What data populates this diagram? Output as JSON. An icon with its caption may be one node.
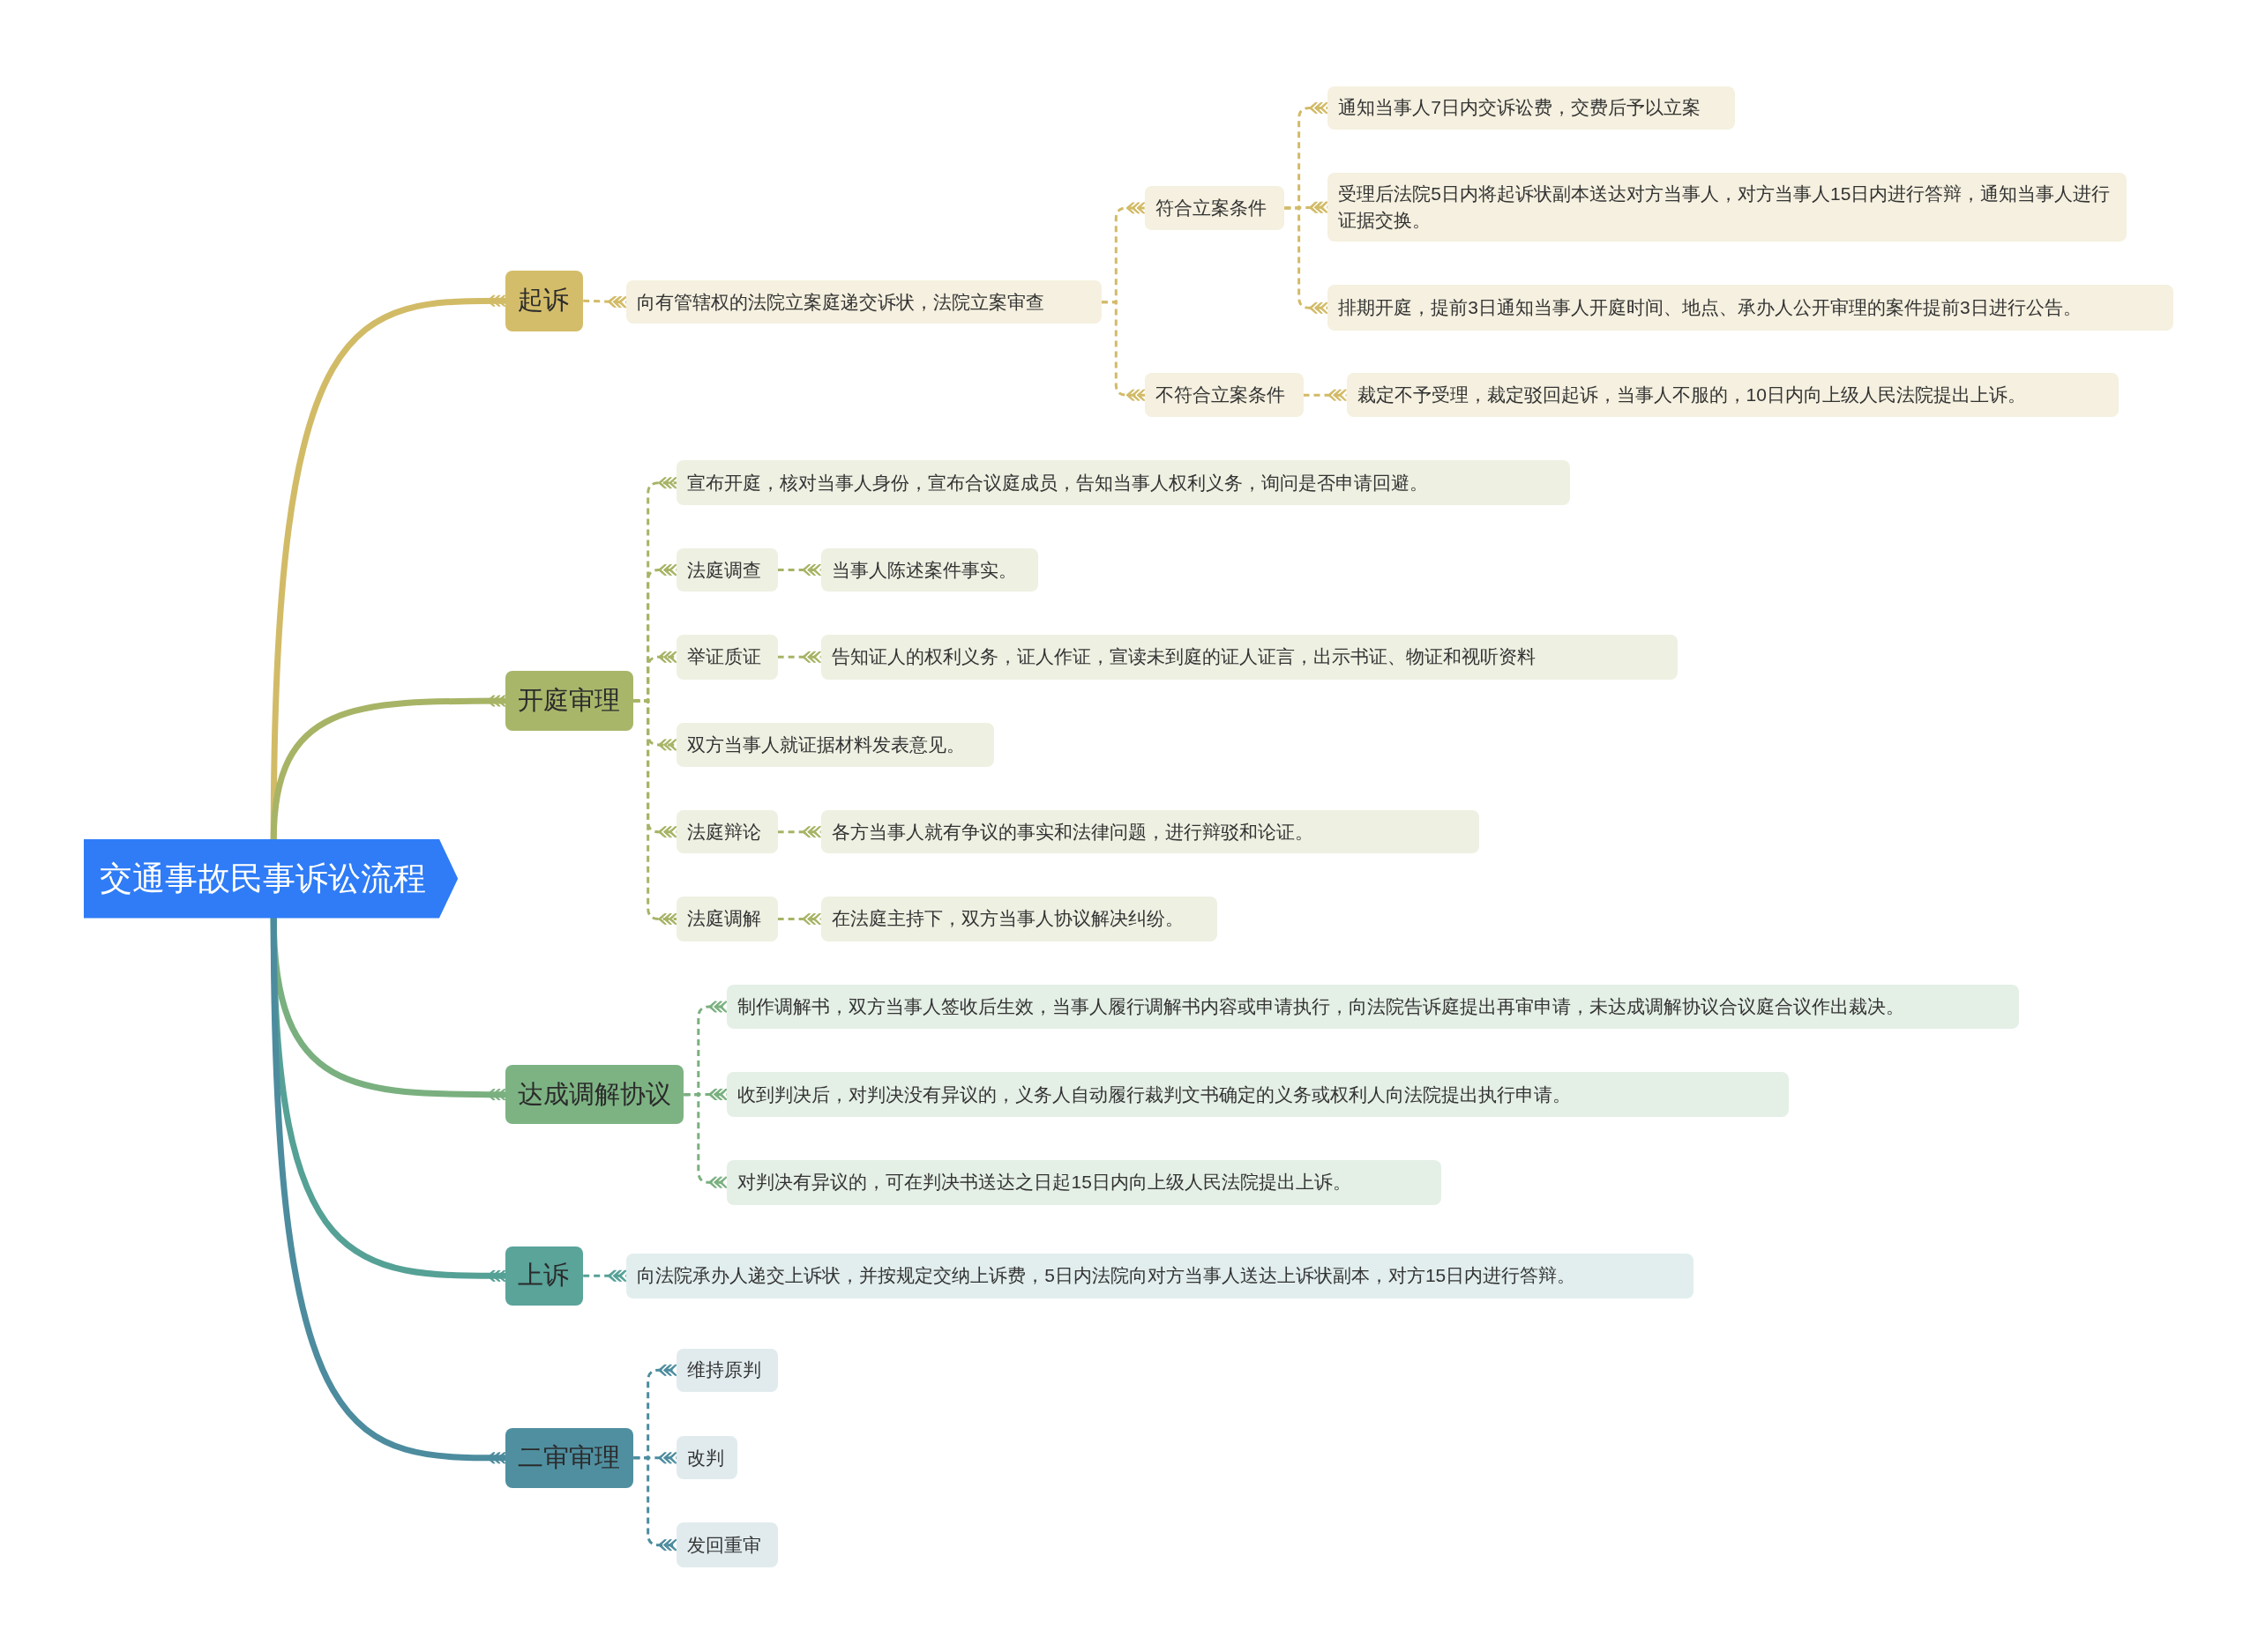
{
  "diagram": {
    "nodes": [
      {
        "text": [
          "交通事故民事诉讼流程"
        ]
      },
      {
        "text": [
          "起诉"
        ]
      },
      {
        "text": [
          "向有管辖权的法院立案庭递交诉状，法院立案审查"
        ]
      },
      {
        "text": [
          "符合立案条件"
        ]
      },
      {
        "text": [
          "通知当事人7日内交诉讼费，交费后予以立案"
        ]
      },
      {
        "text": [
          "受理后法院5日内将起诉状副本送达对方当事人，对方当事人15日内进行答辩，通知当事人进行证据交换。"
        ]
      },
      {
        "text": [
          "排期开庭，提前3日通知当事人开庭时间、地点、承办人公开审理的案件提前3日进行公告。"
        ]
      },
      {
        "text": [
          "不符合立案条件"
        ]
      },
      {
        "text": [
          "裁定不予受理，裁定驳回起诉，当事人不服的，10日内向上级人民法院提出上诉。"
        ]
      },
      {
        "text": [
          "开庭审理"
        ]
      },
      {
        "text": [
          "宣布开庭，核对当事人身份，宣布合议庭成员，告知当事人权利义务，询问是否申请回避。"
        ]
      },
      {
        "text": [
          "法庭调查"
        ]
      },
      {
        "text": [
          "当事人陈述案件事实。"
        ]
      },
      {
        "text": [
          "举证质证"
        ]
      },
      {
        "text": [
          "告知证人的权利义务，证人作证，宣读未到庭的证人证言，出示书证、物证和视听资料"
        ]
      },
      {
        "text": [
          "双方当事人就证据材料发表意见。"
        ]
      },
      {
        "text": [
          "法庭辩论"
        ]
      },
      {
        "text": [
          "各方当事人就有争议的事实和法律问题，进行辩驳和论证。"
        ]
      },
      {
        "text": [
          "法庭调解"
        ]
      },
      {
        "text": [
          "在法庭主持下，双方当事人协议解决纠纷。"
        ]
      },
      {
        "text": [
          "达成调解协议"
        ]
      },
      {
        "text": [
          "制作调解书，双方当事人签收后生效，当事人履行调解书内容或申请执行，向法院告诉庭提出再审申请，未达成调解协议合议庭合议作出裁决。"
        ]
      },
      {
        "text": [
          "收到判决后，对判决没有异议的，义务人自动履行裁判文书确定的义务或权利人向法院提出执行申请。"
        ]
      },
      {
        "text": [
          "对判决有异议的，可在判决书送达之日起15日内向上级人民法院提出上诉。"
        ]
      },
      {
        "text": [
          "上诉"
        ]
      },
      {
        "text": [
          "向法院承办人递交上诉状，并按规定交纳上诉费，5日内法院向对方当事人送达上诉状副本，对方15日内进行答辩。"
        ]
      },
      {
        "text": [
          "二审审理"
        ]
      },
      {
        "text": [
          "维持原判"
        ]
      },
      {
        "text": [
          "改判"
        ]
      },
      {
        "text": [
          "发回重审"
        ]
      }
    ],
    "edges": [
      {
        "from": 0,
        "to": 1,
        "arrow": "other",
        "style": "thick",
        "color": "#d2bb67"
      },
      {
        "from": 0,
        "to": 9,
        "arrow": "other",
        "style": "thick",
        "color": "#a7b466"
      },
      {
        "from": 0,
        "to": 20,
        "arrow": "other",
        "style": "thick",
        "color": "#7ab07f"
      },
      {
        "from": 0,
        "to": 24,
        "arrow": "other",
        "style": "thick",
        "color": "#55a196"
      },
      {
        "from": 0,
        "to": 26,
        "arrow": "other",
        "style": "thick",
        "color": "#4c8c9e"
      },
      {
        "from": 1,
        "to": 2,
        "arrow": "other",
        "style": "dashed",
        "color": "#d2bb67"
      },
      {
        "from": 2,
        "to": 3,
        "arrow": "other",
        "style": "dashed",
        "color": "#d2bb67"
      },
      {
        "from": 2,
        "to": 7,
        "arrow": "other",
        "style": "dashed",
        "color": "#d2bb67"
      },
      {
        "from": 3,
        "to": 4,
        "arrow": "other",
        "style": "dashed",
        "color": "#d2bb67"
      },
      {
        "from": 3,
        "to": 5,
        "arrow": "other",
        "style": "dashed",
        "color": "#d2bb67"
      },
      {
        "from": 3,
        "to": 6,
        "arrow": "other",
        "style": "dashed",
        "color": "#d2bb67"
      },
      {
        "from": 7,
        "to": 8,
        "arrow": "other",
        "style": "dashed",
        "color": "#d2bb67"
      },
      {
        "from": 9,
        "to": 10,
        "arrow": "other",
        "style": "dashed",
        "color": "#a7b466"
      },
      {
        "from": 9,
        "to": 11,
        "arrow": "other",
        "style": "dashed",
        "color": "#a7b466"
      },
      {
        "from": 9,
        "to": 13,
        "arrow": "other",
        "style": "dashed",
        "color": "#a7b466"
      },
      {
        "from": 9,
        "to": 15,
        "arrow": "other",
        "style": "dashed",
        "color": "#a7b466"
      },
      {
        "from": 9,
        "to": 16,
        "arrow": "other",
        "style": "dashed",
        "color": "#a7b466"
      },
      {
        "from": 9,
        "to": 18,
        "arrow": "other",
        "style": "dashed",
        "color": "#a7b466"
      },
      {
        "from": 11,
        "to": 12,
        "arrow": "other",
        "style": "dashed",
        "color": "#a7b466"
      },
      {
        "from": 13,
        "to": 14,
        "arrow": "other",
        "style": "dashed",
        "color": "#a7b466"
      },
      {
        "from": 16,
        "to": 17,
        "arrow": "other",
        "style": "dashed",
        "color": "#a7b466"
      },
      {
        "from": 18,
        "to": 19,
        "arrow": "other",
        "style": "dashed",
        "color": "#a7b466"
      },
      {
        "from": 20,
        "to": 21,
        "arrow": "other",
        "style": "dashed",
        "color": "#7ab07f"
      },
      {
        "from": 20,
        "to": 22,
        "arrow": "other",
        "style": "dashed",
        "color": "#7ab07f"
      },
      {
        "from": 20,
        "to": 23,
        "arrow": "other",
        "style": "dashed",
        "color": "#7ab07f"
      },
      {
        "from": 24,
        "to": 25,
        "arrow": "other",
        "style": "dashed",
        "color": "#55a196"
      },
      {
        "from": 26,
        "to": 27,
        "arrow": "other",
        "style": "dashed",
        "color": "#4c8c9e"
      },
      {
        "from": 26,
        "to": 28,
        "arrow": "other",
        "style": "dashed",
        "color": "#4c8c9e"
      },
      {
        "from": 26,
        "to": 29,
        "arrow": "other",
        "style": "dashed",
        "color": "#4c8c9e"
      }
    ]
  }
}
